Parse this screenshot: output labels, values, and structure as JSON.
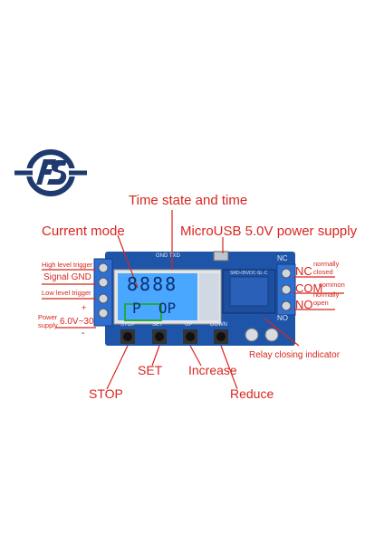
{
  "callouts": {
    "time_state": "Time state and time",
    "current_mode": "Current mode",
    "microusb": "MicroUSB 5.0V power supply",
    "high_trigger": "High level trigger",
    "signal_gnd": "Signal GND",
    "low_trigger": "Low level trigger",
    "power_supply": "Power\nsupply",
    "voltage": "6.0V~30V",
    "nc": "NC",
    "nc_desc": "normally\nclosed",
    "com": "COM",
    "com_desc": "common",
    "no": "NO",
    "no_desc": "normally\nopen",
    "relay_indicator": "Relay closing indicator",
    "set": "SET",
    "increase": "Increase",
    "stop": "STOP",
    "reduce": "Reduce"
  },
  "board": {
    "buttons": [
      "STOP",
      "SET",
      "UP",
      "DOWN"
    ],
    "header_pins": "GND TXD",
    "lcd_digits": "8888",
    "lcd_mode": "P  OP",
    "relay_model": "SRD-05VDC-SL-C",
    "side_nc": "NC",
    "side_no": "NO",
    "plus": "+",
    "minus": "-"
  },
  "colors": {
    "accent": "#d8261f",
    "logo": "#1f3a6e",
    "board": "#1f55a8",
    "lcd": "#4aa7ff"
  },
  "icons": {
    "logo": "fs-logo-icon"
  }
}
